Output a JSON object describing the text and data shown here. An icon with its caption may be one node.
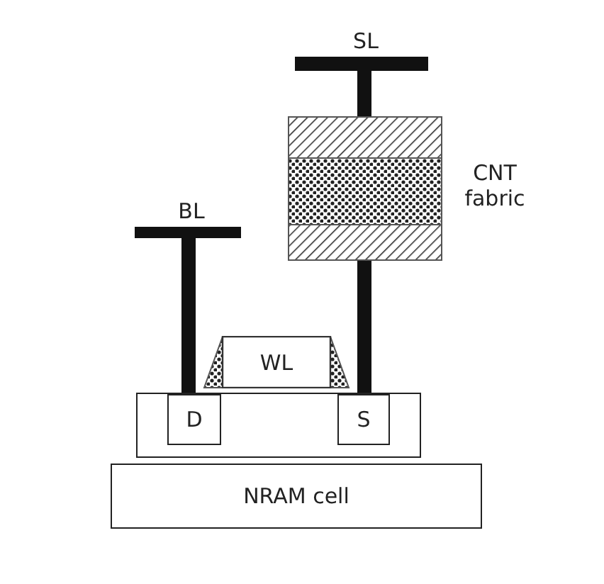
{
  "diagram": {
    "nodes": [
      {
        "text": [],
        "shape": "box",
        "beside": [
          "CNT fabric"
        ]
      },
      {
        "text": [
          "WL"
        ]
      },
      {
        "text": [],
        "shape": "box"
      },
      {
        "text": [
          "D"
        ],
        "in": 2
      },
      {
        "text": [
          "S"
        ],
        "in": 2
      },
      {
        "text": [
          "NRAM cell"
        ]
      }
    ],
    "labels": [
      "SL",
      "BL"
    ]
  }
}
